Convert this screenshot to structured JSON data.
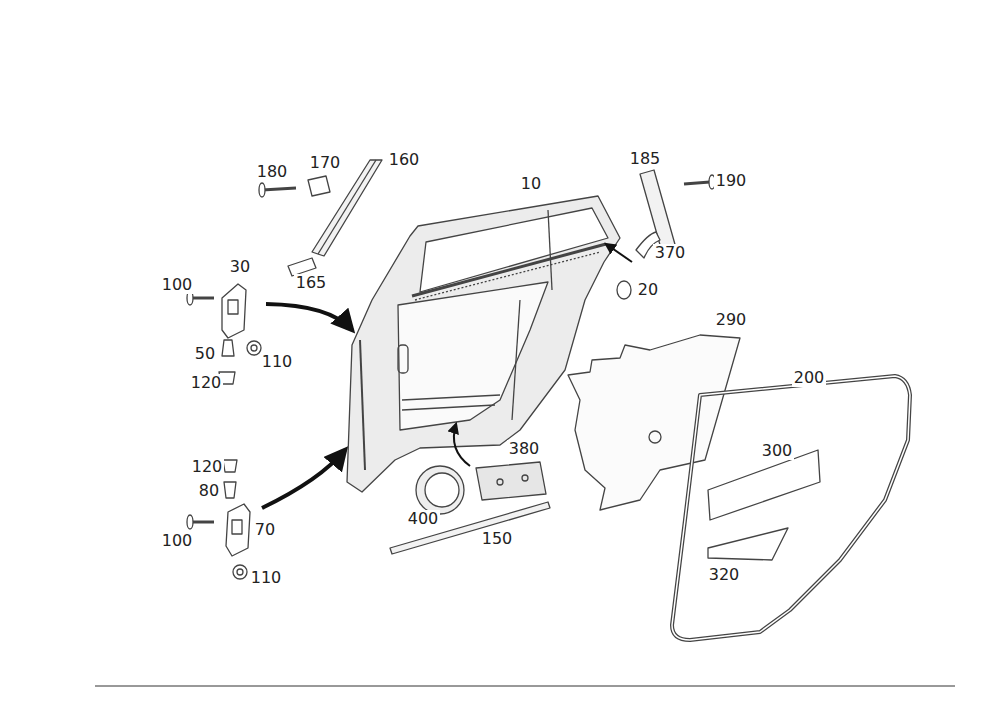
{
  "diagram": {
    "labels": [
      "180",
      "170",
      "160",
      "10",
      "185",
      "190",
      "165",
      "370",
      "20",
      "30",
      "100",
      "290",
      "50",
      "110",
      "120",
      "200",
      "300",
      "120",
      "80",
      "380",
      "70",
      "100",
      "400",
      "150",
      "320",
      "110"
    ]
  }
}
